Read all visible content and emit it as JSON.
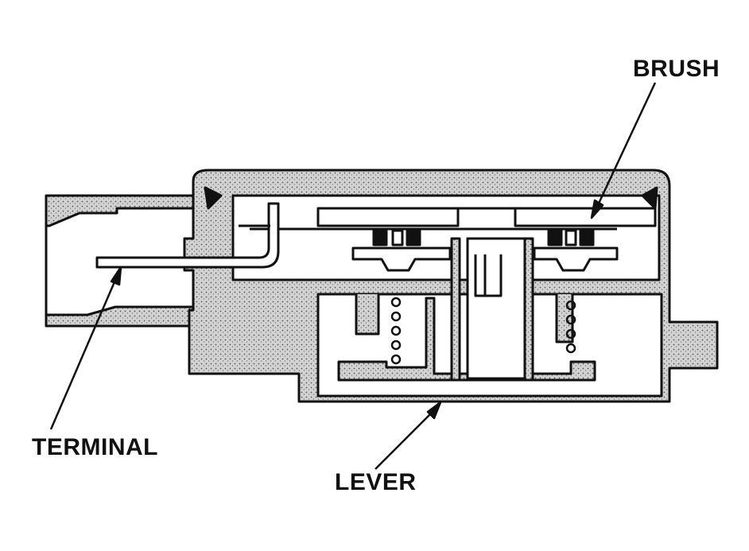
{
  "labels": {
    "brush": "BRUSH",
    "terminal": "TERMINAL",
    "lever": "LEVER"
  },
  "colors": {
    "ink": "#111111",
    "housing_fill": "#c6c6c6",
    "background": "#ffffff"
  }
}
